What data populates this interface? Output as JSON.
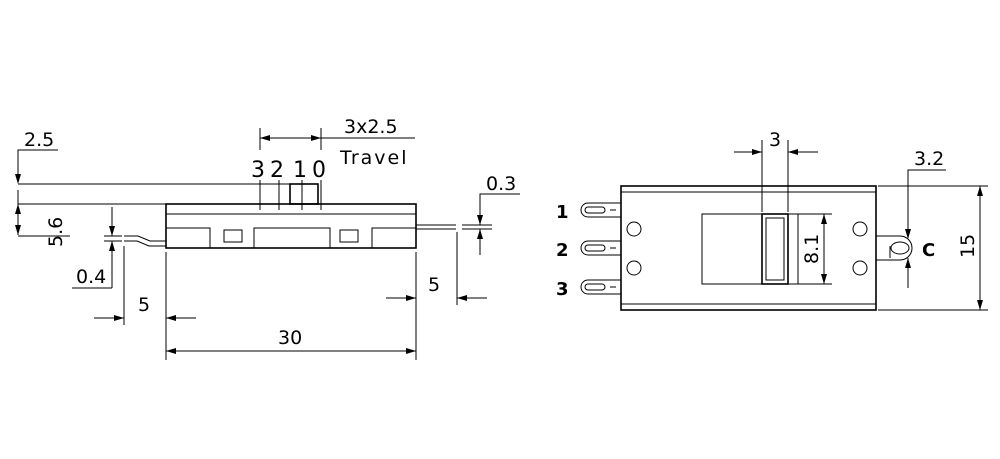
{
  "side_view": {
    "dim_thickness": "2.5",
    "dim_travel": "3x2.5",
    "travel_label": "Travel",
    "positions": [
      "3",
      "2",
      "1",
      "0"
    ],
    "dim_pin_offset": "0.3",
    "dim_height": "5.6",
    "dim_pin_thick": "0.4",
    "dim_left_pin": "5",
    "dim_right_pin": "5",
    "dim_length": "30"
  },
  "top_view": {
    "dim_knob_width": "3",
    "dim_hole": "3.2",
    "dim_knob_length": "8.1",
    "dim_width": "15",
    "pins": [
      "1",
      "2",
      "3"
    ],
    "common_pin": "C"
  }
}
